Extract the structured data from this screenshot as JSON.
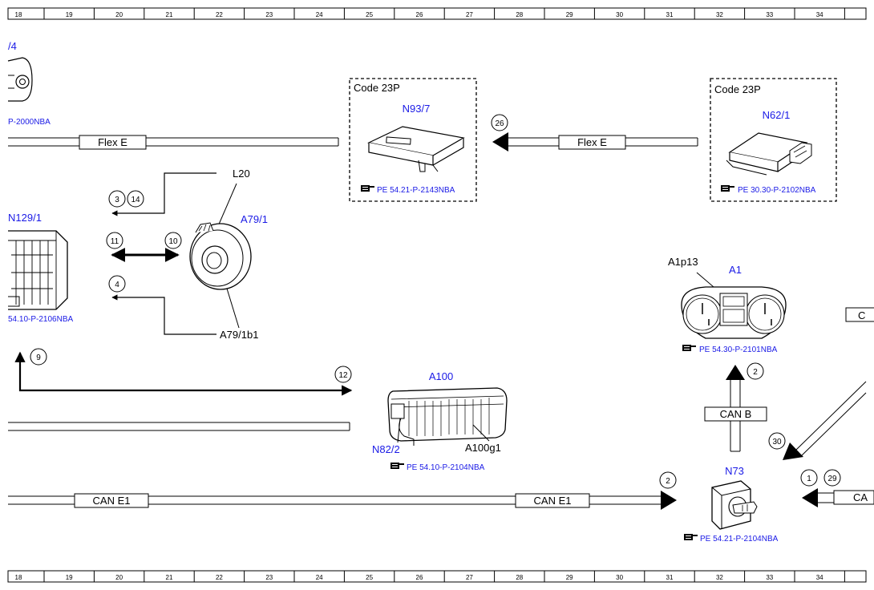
{
  "ruler": {
    "numbers": [
      "18",
      "19",
      "20",
      "21",
      "22",
      "23",
      "24",
      "25",
      "26",
      "27",
      "28",
      "29",
      "30",
      "31",
      "32",
      "33",
      "34"
    ]
  },
  "components": {
    "n_top_left": {
      "label": "/4",
      "ref": "P-2000NBA"
    },
    "n93_7": {
      "code": "Code 23P",
      "label": "N93/7",
      "ref": "PE 54.21-P-2143NBA"
    },
    "n62_1": {
      "code": "Code 23P",
      "label": "N62/1",
      "ref": "PE 30.30-P-2102NBA"
    },
    "n129_1": {
      "label": "N129/1",
      "ref": "54.10-P-2106NBA"
    },
    "a79_1": {
      "label": "A79/1",
      "l20": "L20",
      "b1": "A79/1b1"
    },
    "a1": {
      "label": "A1",
      "sub": "A1p13",
      "ref": "PE 54.30-P-2101NBA"
    },
    "a100": {
      "label": "A100",
      "g1": "A100g1",
      "n82": "N82/2",
      "ref": "PE 54.10-P-2104NBA"
    },
    "n73": {
      "label": "N73",
      "ref": "PE 54.21-P-2104NBA"
    }
  },
  "buses": {
    "flex_e_1": "Flex E",
    "flex_e_2": "Flex E",
    "can_b": "CAN B",
    "can_e1_1": "CAN E1",
    "can_e1_2": "CAN E1",
    "can_right": "CA",
    "c_right": "C"
  },
  "markers": {
    "m26": "26",
    "m3": "3",
    "m14": "14",
    "m11": "11",
    "m10": "10",
    "m4": "4",
    "m9": "9",
    "m12": "12",
    "m2a": "2",
    "m30": "30",
    "m2b": "2",
    "m1": "1",
    "m29": "29"
  },
  "icons": {
    "pointer": "pointing-hand-icon"
  }
}
